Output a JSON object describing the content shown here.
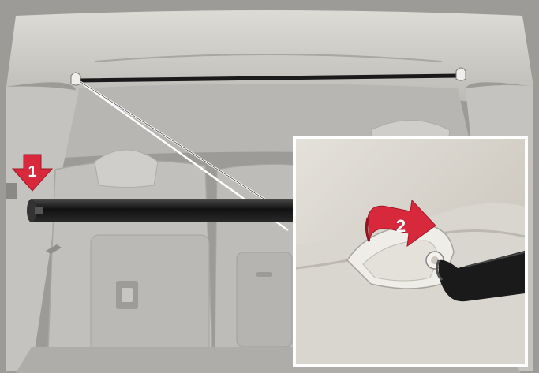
{
  "illustration": {
    "steps": [
      {
        "number": "1",
        "arrow": "down-arrow",
        "color": "#d8283b"
      },
      {
        "number": "2",
        "arrow": "curved-right-arrow",
        "color": "#d8283b"
      }
    ],
    "colors": {
      "interior": "#c9c8c5",
      "trim": "#e2e0db",
      "bar": "#1c1c1c",
      "inset_frame": "#ffffff",
      "inset_background": "#d7d4cd"
    }
  }
}
